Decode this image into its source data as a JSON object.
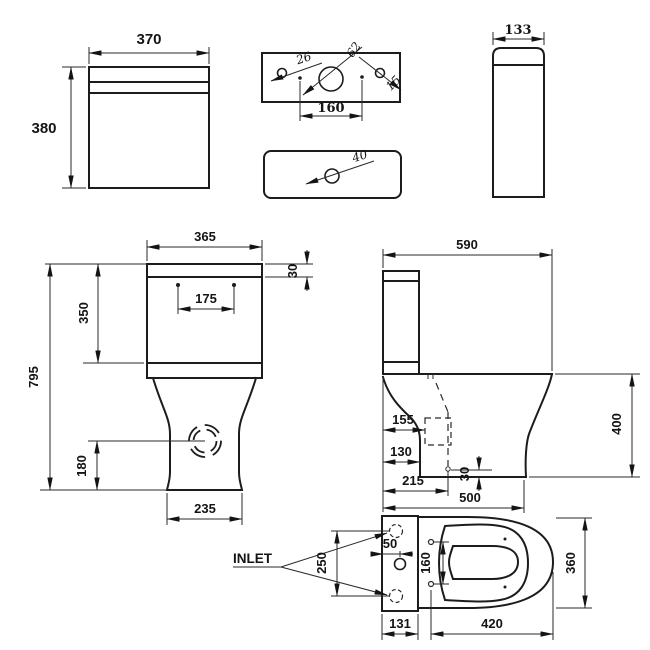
{
  "drawing": {
    "cistern_front": {
      "width": "370",
      "height": "380"
    },
    "cistern_top": {
      "hole_left": "26",
      "hole_center": "62",
      "hole_right": "15",
      "hole_spacing": "160"
    },
    "cistern_underside": {
      "hole": "40"
    },
    "cistern_side": {
      "depth": "133"
    },
    "wc_front": {
      "width": "365",
      "lid_height": "30",
      "hole_spacing": "175",
      "tank_height": "350",
      "overall_height": "795",
      "outlet_height": "180",
      "base_width": "235"
    },
    "wc_side": {
      "depth": "590",
      "outlet_box_depth": "155",
      "back_clearance": "130",
      "outlet_floor_offset": "30",
      "outlet_center": "215",
      "base_depth": "500",
      "bowl_height": "400"
    },
    "wc_plan": {
      "inlet_label": "INLET",
      "inlet_spacing": "250",
      "flush_hole_offset": "50",
      "seat_hole_spacing": "160",
      "bowl_width": "360",
      "back_depth": "131",
      "bowl_length": "420"
    }
  }
}
